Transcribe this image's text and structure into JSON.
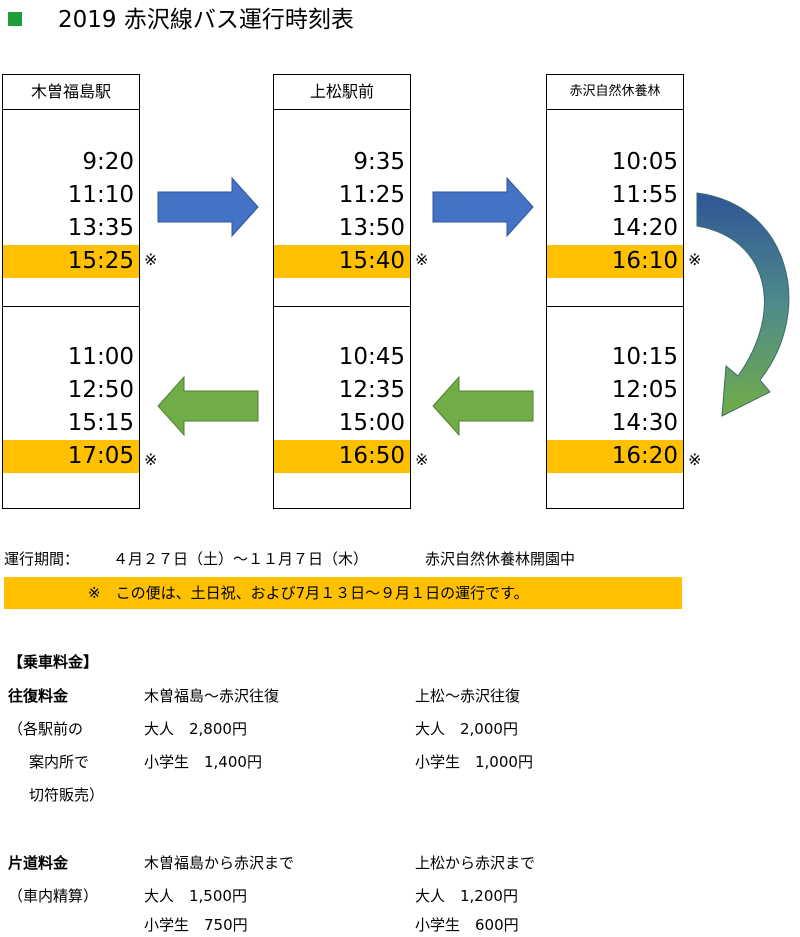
{
  "title": "2019 赤沢線バス運行時刻表",
  "stations": [
    {
      "name": "木曽福島駅",
      "outbound": [
        "9:20",
        "11:10",
        "13:35",
        "15:25"
      ],
      "return": [
        "11:00",
        "12:50",
        "15:15",
        "17:05"
      ]
    },
    {
      "name": "上松駅前",
      "outbound": [
        "9:35",
        "11:25",
        "13:50",
        "15:40"
      ],
      "return": [
        "10:45",
        "12:35",
        "15:00",
        "16:50"
      ]
    },
    {
      "name": "赤沢自然休養林",
      "outbound": [
        "10:05",
        "11:55",
        "14:20",
        "16:10"
      ],
      "return": [
        "10:15",
        "12:05",
        "14:30",
        "16:20"
      ]
    }
  ],
  "mark": "※",
  "highlight_color": "#ffc000",
  "arrow_colors": {
    "outbound": "#4472c4",
    "return": "#70ad47"
  },
  "period": {
    "label": "運行期間：",
    "dates": "４月２７日（土）～１１月７日（木）",
    "note": "赤沢自然休養林開園中"
  },
  "notice": "※　この便は、土日祝、および7月１３日～９月１日の運行です。",
  "fares": {
    "heading": "【乗車料金】",
    "round_trip": {
      "label": "往復料金",
      "sub": [
        "（各駅前の",
        "案内所で",
        "切符販売）"
      ],
      "route1": "木曽福島～赤沢往復",
      "route1_adult": "大人　2,800円",
      "route1_child": "小学生　1,400円",
      "route2": "上松～赤沢往復",
      "route2_adult": "大人　2,000円",
      "route2_child": "小学生　1,000円"
    },
    "one_way": {
      "label": "片道料金",
      "sub": "（車内精算）",
      "route1": "木曽福島から赤沢まで",
      "route1_adult": "大人　1,500円",
      "route1_child": "小学生　750円",
      "route2": "上松から赤沢まで",
      "route2_adult": "大人　1,200円",
      "route2_child": "小学生　600円"
    }
  }
}
